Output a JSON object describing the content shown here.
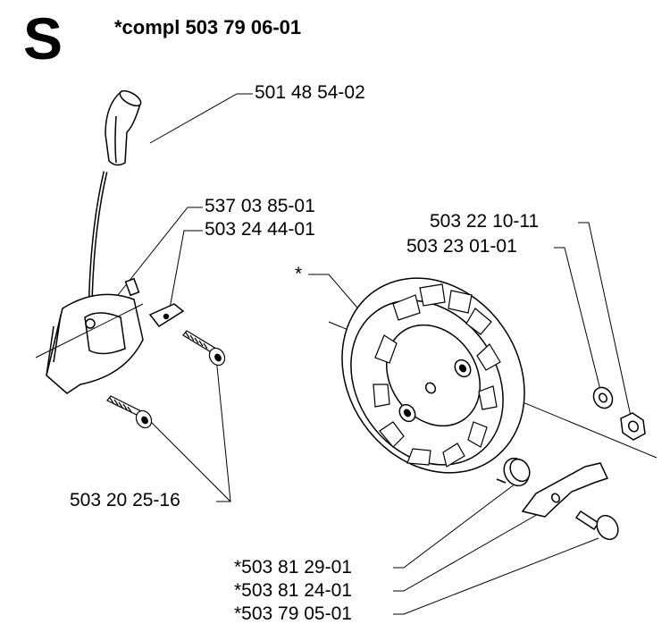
{
  "section_letter": "S",
  "assembly_title": "*compl 503 79 06-01",
  "parts": [
    {
      "id": "spark-plug-cap",
      "number": "501 48 54-02"
    },
    {
      "id": "ignition-module",
      "number": "537 03 85-01"
    },
    {
      "id": "ground-terminal",
      "number": "503 24 44-01"
    },
    {
      "id": "flywheel-nut",
      "number": "503 22 10-11"
    },
    {
      "id": "washer",
      "number": "503 23 01-01"
    },
    {
      "id": "flywheel",
      "number": "*"
    },
    {
      "id": "screws",
      "number": "503 20 25-16"
    },
    {
      "id": "spring",
      "number": "*503 81 29-01"
    },
    {
      "id": "pawl",
      "number": "*503 81 24-01"
    },
    {
      "id": "pawl-pin",
      "number": "*503 79 05-01"
    }
  ]
}
